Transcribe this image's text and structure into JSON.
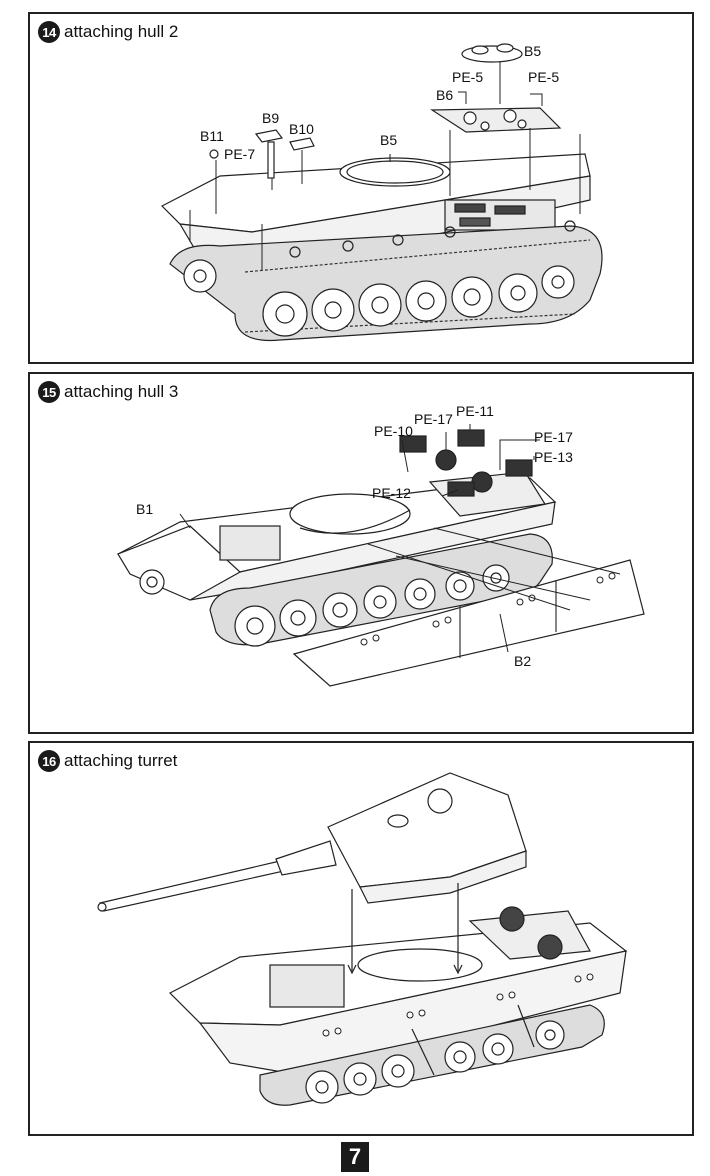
{
  "steps": [
    {
      "number": "14",
      "title": "attaching hull 2",
      "labels": {
        "b11": "B11",
        "pe7": "PE-7",
        "b9": "B9",
        "b10": "B10",
        "b5_top": "B5",
        "b5_mid": "B5",
        "pe5_left": "PE-5",
        "pe5_right": "PE-5",
        "b6": "B6"
      }
    },
    {
      "number": "15",
      "title": "attaching hull 3",
      "labels": {
        "pe10": "PE-10",
        "pe17_top": "PE-17",
        "pe11": "PE-11",
        "pe17_right": "PE-17",
        "pe13": "PE-13",
        "pe12": "PE-12",
        "b1": "B1",
        "b2": "B2"
      }
    },
    {
      "number": "16",
      "title": "attaching turret",
      "labels": {}
    }
  ],
  "page_number": "7"
}
